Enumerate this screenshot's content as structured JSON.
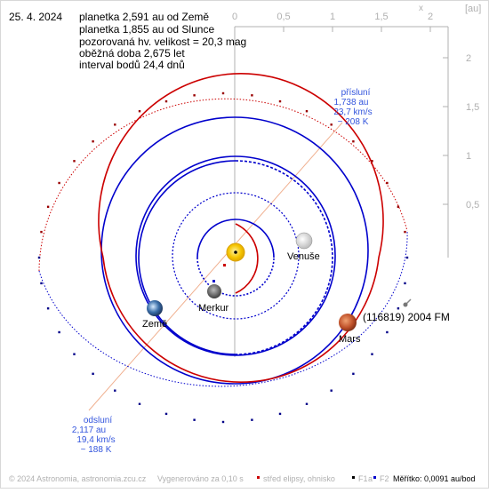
{
  "header": {
    "date": "25. 4. 2024",
    "lines": [
      "planetka 2,591 au od Země",
      "planetka 1,855 au od Slunce",
      "pozorovaná hv. velikost = 20,3 mag",
      "oběžná doba 2,675 let",
      "interval bodů 24,4 dnů"
    ]
  },
  "scale": {
    "top_ticks": [
      "0",
      "0,5",
      "1",
      "1,5",
      "2"
    ],
    "top_unit": "[au]",
    "right_ticks": [
      "2",
      "1,5",
      "1",
      "0,5"
    ]
  },
  "perihelion": {
    "lines": [
      "přísluní",
      "1,738 au",
      "23,7 km/s",
      "~ 208 K"
    ]
  },
  "aphelion": {
    "lines": [
      "odsluní",
      "2,117 au",
      "19,4 km/s",
      "~ 188 K"
    ]
  },
  "bodies": {
    "venus": "Venuše",
    "mercury": "Merkur",
    "earth": "Země",
    "mars": "Mars",
    "asteroid": "(116819) 2004 FM"
  },
  "footer": {
    "copyright": "© 2024 Astronomia, astronomia.zcu.cz",
    "generated": "Vygenerováno za 0,10 s",
    "legend_center": "střed elipsy, ohnisko",
    "legend_f1": "F1",
    "legend_a": "a",
    "legend_f2": "F2",
    "scale": "Měřítko: 0,0091 au/bod"
  },
  "colors": {
    "orbit_blue": "#0000cc",
    "orbit_red": "#cc0000",
    "sun": "#f5c400",
    "label_blue": "#3355dd",
    "axis_gray": "#b0b0b0",
    "apsis_line": "#f0b090"
  }
}
